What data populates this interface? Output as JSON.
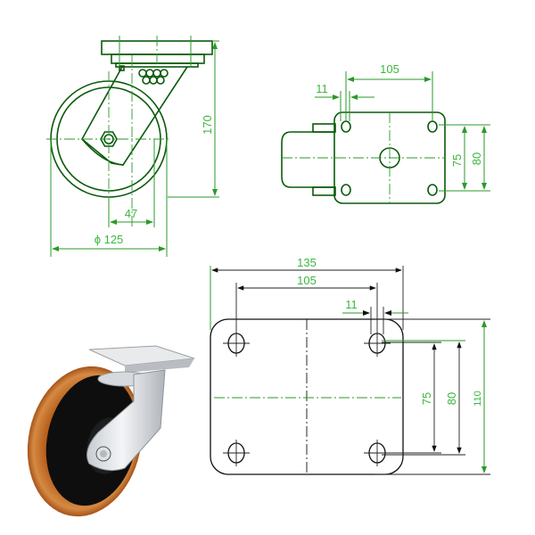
{
  "drawing": {
    "title": "Swivel castor technical drawing",
    "line_color": "#0b5a0b",
    "dim_color": "#3cb83c",
    "side_view": {
      "height_label": "170",
      "offset_label": "47",
      "diameter_label": "ϕ 125"
    },
    "top_view": {
      "hole_spacing_x_label": "105",
      "hole_slot_label": "11",
      "hole_spacing_y_label": "75",
      "hole_spacing_y2_label": "80"
    },
    "plate_view": {
      "plate_width_label": "135",
      "hole_spacing_x_label": "105",
      "hole_slot_label": "11",
      "hole_spacing_y_label": "75",
      "hole_spacing_y2_label": "80",
      "plate_height_label": "110"
    },
    "photo": {
      "description": "Swivel castor with polyurethane tread and black cast iron center",
      "tread_color": "#c8742a",
      "center_color": "#111111"
    }
  }
}
